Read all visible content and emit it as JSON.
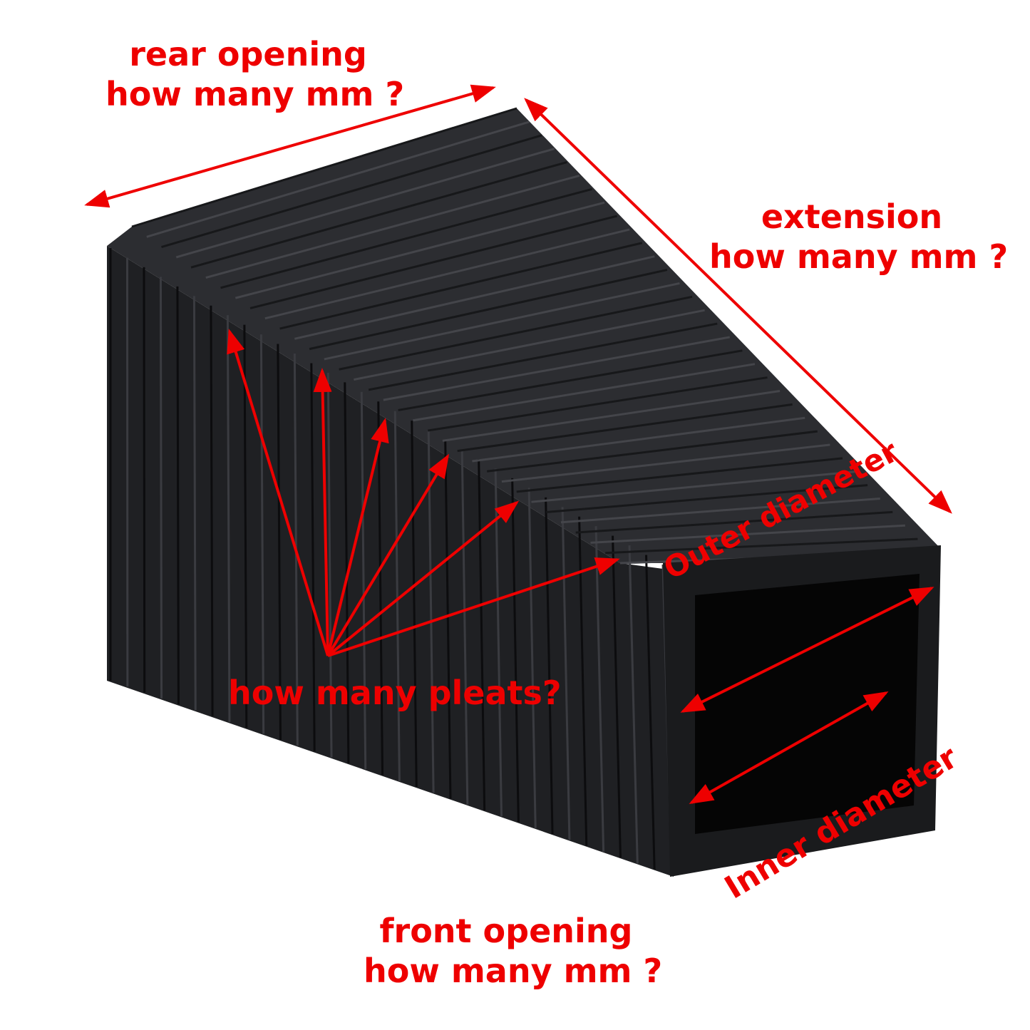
{
  "labels": {
    "rear_opening": [
      "rear opening",
      "how many mm ?"
    ],
    "extension": [
      "extension",
      "how many mm ?"
    ],
    "pleats": "how many pleats?",
    "outer_diameter": "Outer diameter",
    "inner_diameter": "Inner diameter",
    "front_opening": [
      "front opening",
      "how many mm ?"
    ]
  },
  "colors": {
    "annotation": "#ee0000",
    "bellows_side": "#1f2023",
    "bellows_top": "#2c2d31",
    "opening": "#050505"
  }
}
